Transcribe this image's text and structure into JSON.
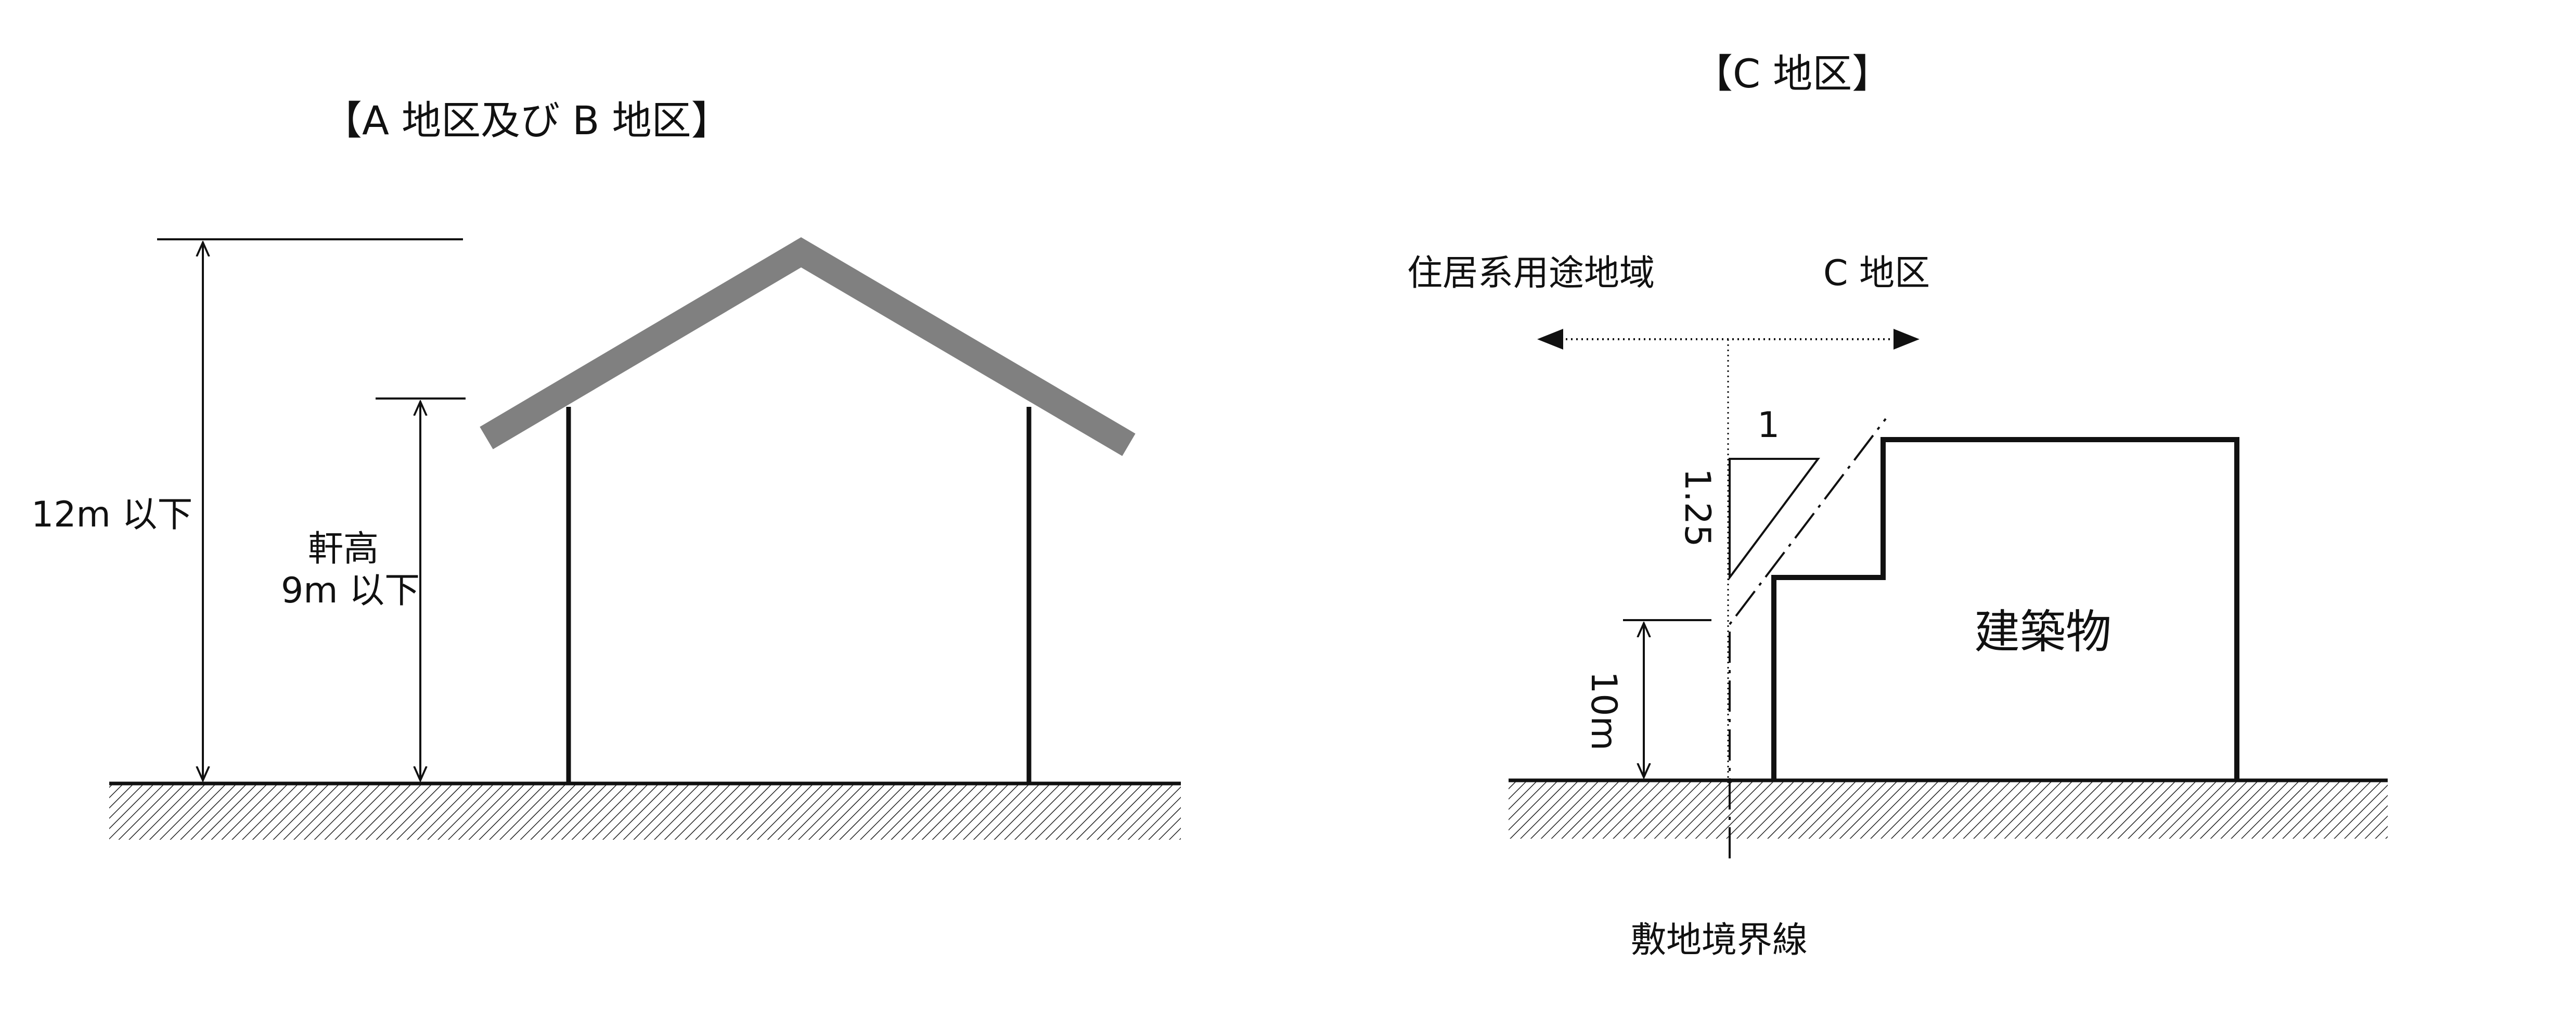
{
  "left_panel": {
    "title": "【A 地区及び B 地区】",
    "height_limit_label": "12m 以下",
    "eave_label_line1": "軒高",
    "eave_label_line2": "9m 以下"
  },
  "right_panel": {
    "title": "【C 地区】",
    "residential_zone_label": "住居系用途地域",
    "district_label": "C 地区",
    "slope_run": "1",
    "slope_rise": "1.25",
    "height_label": "10m",
    "building_label": "建築物",
    "boundary_label": "敷地境界線"
  },
  "colors": {
    "line": "#111111",
    "roof": "#808080",
    "ground_hatch": "#222222"
  }
}
